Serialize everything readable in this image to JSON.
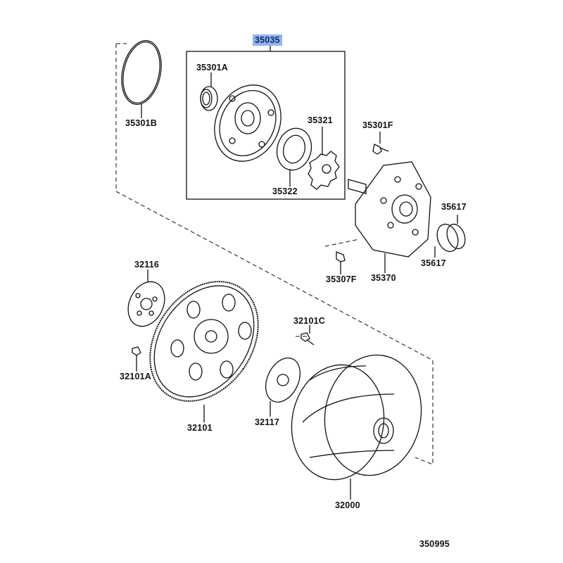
{
  "diagram": {
    "highlight_color": "#8fb4f5",
    "labels": {
      "assembly": "35035",
      "p35301A": "35301A",
      "p35301B": "35301B",
      "p35321": "35321",
      "p35322": "35322",
      "p35301F": "35301F",
      "p35617a": "35617",
      "p35617b": "35617",
      "p35307F": "35307F",
      "p35370": "35370",
      "p32116": "32116",
      "p32101C": "32101C",
      "p32101A": "32101A",
      "p32101": "32101",
      "p32117": "32117",
      "p32000": "32000",
      "figure_id": "350995"
    }
  }
}
